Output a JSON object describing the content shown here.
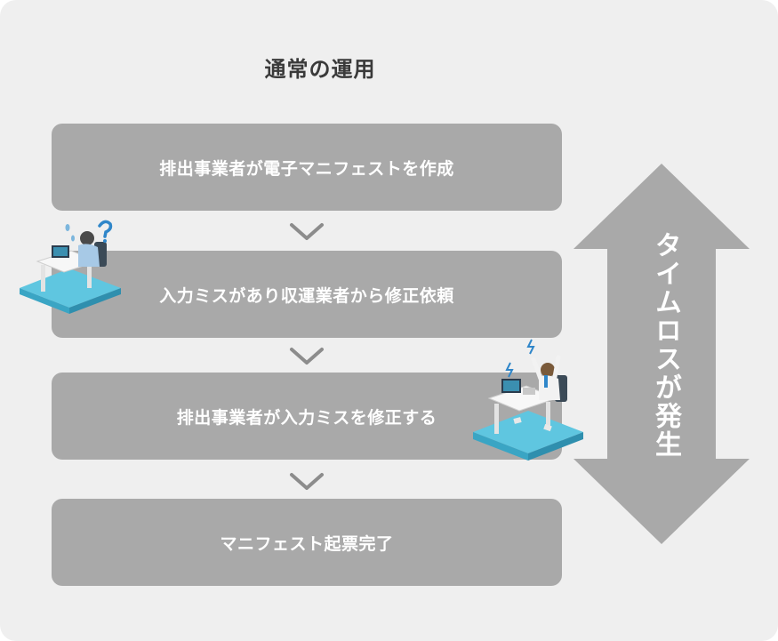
{
  "title": "通常の運用",
  "steps": [
    "排出事業者が電子マニフェストを作成",
    "入力ミスがあり収運業者から修正依頼",
    "排出事業者が入力ミスを修正する",
    "マニフェスト起票完了"
  ],
  "side_label": "タイムロスが発生",
  "colors": {
    "panel": "#efefef",
    "step_fill": "#a9a9a9",
    "arrow_fill": "#a9a9a9",
    "title_text": "#3a3a3a",
    "platform": "#5fc6e0"
  }
}
